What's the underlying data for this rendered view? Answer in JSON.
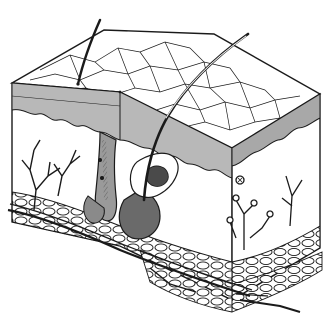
{
  "figure": {
    "subject": "skin-cross-section",
    "style": "black-and-white line engraving",
    "colors": {
      "ink": "#1a1a1a",
      "paper": "#ffffff",
      "shade": "#8a8a8a",
      "dark_shade": "#4a4a4a"
    },
    "parts": [
      "epidermis-surface",
      "epidermis-layer",
      "dermis",
      "hair-shaft",
      "hair-follicle",
      "sebaceous-gland",
      "blood-vessels",
      "nerve-endings",
      "subcutaneous-fat",
      "sweat-duct-pores"
    ]
  }
}
